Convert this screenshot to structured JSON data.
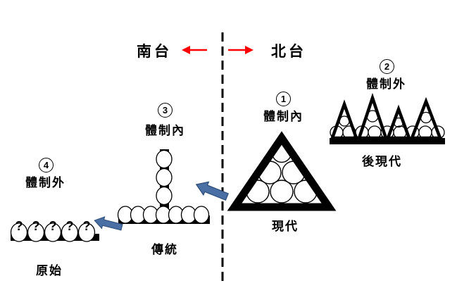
{
  "regions": {
    "south": "南台",
    "north": "北台"
  },
  "nodes": {
    "modern": {
      "number": "1",
      "system_label": "體制內",
      "name": "現代"
    },
    "postmodern": {
      "number": "2",
      "system_label": "體制外",
      "name": "後現代"
    },
    "traditional": {
      "number": "3",
      "system_label": "體制內",
      "name": "傳統"
    },
    "primitive": {
      "number": "4",
      "system_label": "體制外",
      "name": "原始"
    }
  },
  "question_marks": [
    "?",
    "?",
    "?",
    "?",
    "?"
  ],
  "icons": {
    "region_left_arrow": "red left arrow",
    "region_right_arrow": "red right arrow",
    "flow_arrow_modern_to_traditional": "blue left block arrow",
    "flow_arrow_traditional_to_primitive": "blue left block arrow"
  },
  "colors": {
    "background": "#ffffff",
    "shapes": "#000000",
    "region_arrows": "#ff0000",
    "flow_arrow_fill": "#4a6fa5",
    "flow_arrow_stroke": "#2e4d79"
  }
}
